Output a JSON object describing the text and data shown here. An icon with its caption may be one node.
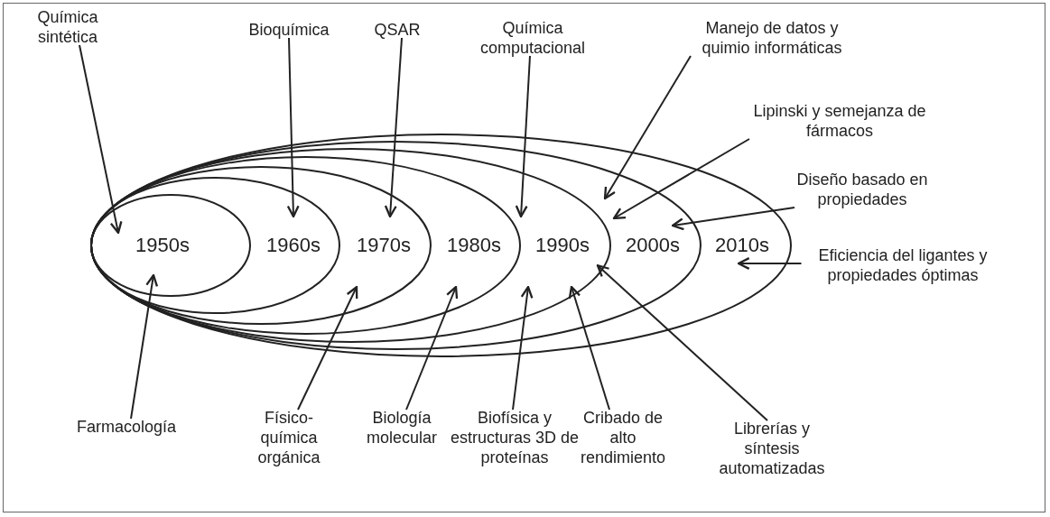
{
  "diagram": {
    "nodes": [
      {
        "text": [
          "2010s"
        ]
      },
      {
        "text": [
          "2000s"
        ],
        "in": 0
      },
      {
        "text": [
          "1990s"
        ],
        "in": 1
      },
      {
        "text": [
          "1980s"
        ],
        "in": 2
      },
      {
        "text": [
          "1970s"
        ],
        "in": 3
      },
      {
        "text": [
          "1960s"
        ],
        "in": 4
      },
      {
        "text": [
          "1950s"
        ],
        "in": 5
      },
      {
        "text": [
          "Química sintética"
        ]
      },
      {
        "text": [
          "Bioquímica"
        ]
      },
      {
        "text": [
          "QSAR"
        ]
      },
      {
        "text": [
          "Química computacional"
        ]
      },
      {
        "text": [
          "Manejo de datos y quimio informáticas"
        ]
      },
      {
        "text": [
          "Lipinski y semejanza de fármacos"
        ]
      },
      {
        "text": [
          "Diseño basado en propiedades"
        ]
      },
      {
        "text": [
          "Eficiencia del ligantes y propiedades óptimas"
        ]
      },
      {
        "text": [
          "Farmacología"
        ]
      },
      {
        "text": [
          "Físico-química orgánica"
        ]
      },
      {
        "text": [
          "Biología molecular"
        ]
      },
      {
        "text": [
          "Biofísica y estructuras 3D de proteínas"
        ]
      },
      {
        "text": [
          "Cribado de alto rendimiento"
        ]
      },
      {
        "text": [
          "Librerías y síntesis automatizadas"
        ]
      }
    ],
    "edges": [
      {
        "from": 7,
        "to": 6,
        "arrow": "to"
      },
      {
        "from": 8,
        "to": 5,
        "arrow": "to"
      },
      {
        "from": 9,
        "to": 4,
        "arrow": "to"
      },
      {
        "from": 10,
        "to": 2,
        "arrow": "to"
      },
      {
        "from": 11,
        "to": 1,
        "arrow": "to"
      },
      {
        "from": 12,
        "to": 1,
        "arrow": "to"
      },
      {
        "from": 13,
        "to": 1,
        "arrow": "to"
      },
      {
        "from": 14,
        "to": 0,
        "arrow": "to"
      },
      {
        "from": 15,
        "to": 6,
        "arrow": "to"
      },
      {
        "from": 16,
        "to": 4,
        "arrow": "to"
      },
      {
        "from": 17,
        "to": 3,
        "arrow": "to"
      },
      {
        "from": 18,
        "to": 2,
        "arrow": "to"
      },
      {
        "from": 19,
        "to": 2,
        "arrow": "to"
      },
      {
        "from": 20,
        "to": 2,
        "arrow": "to"
      }
    ]
  }
}
